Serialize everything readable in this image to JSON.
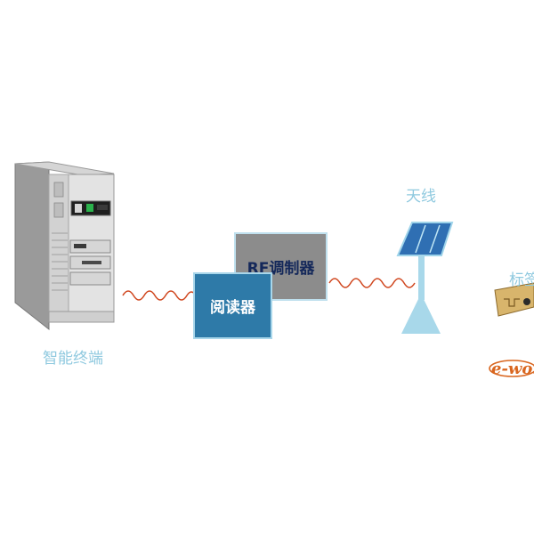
{
  "nodes": {
    "terminal": {
      "label": "智能终端"
    },
    "rf_modulator": {
      "label": "RF调制器"
    },
    "reader": {
      "label": "阅读器"
    },
    "antenna": {
      "label": "天线"
    },
    "tag": {
      "label": "标签"
    }
  },
  "watermark": {
    "text": "e-works"
  },
  "colors": {
    "label": "#8fc9df",
    "rf_box_fill": "#8c8c8c",
    "rf_box_text": "#14285a",
    "reader_box_fill": "#2e7aa8",
    "reader_box_text": "#ffffff",
    "box_border": "#bfe0ee",
    "wave": "#d0471f",
    "antenna_panel": "#2f6fb3",
    "antenna_mast": "#a8d8ea",
    "watermark": "#d9661f"
  }
}
